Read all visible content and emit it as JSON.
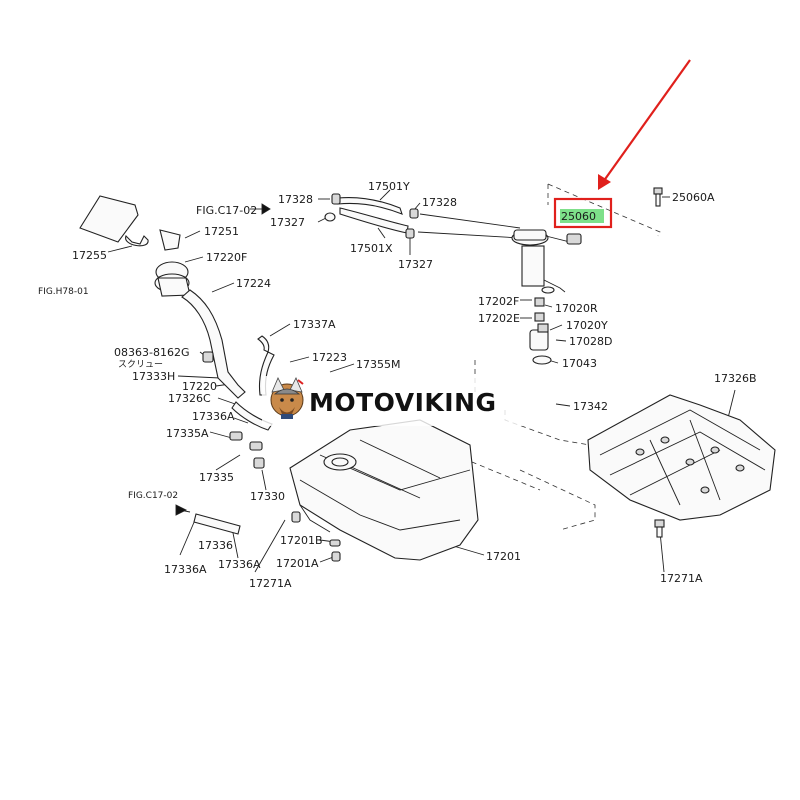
{
  "watermark": {
    "brand": "MOTOVIKING"
  },
  "highlighted_part": "25060",
  "colors": {
    "highlight": "#7ee08a",
    "callout": "#e0201c"
  },
  "labels": [
    {
      "id": "l17328a",
      "text": "17328"
    },
    {
      "id": "l17501y",
      "text": "17501Y"
    },
    {
      "id": "l17328b",
      "text": "17328"
    },
    {
      "id": "l17327a",
      "text": "17327"
    },
    {
      "id": "l17501x",
      "text": "17501X"
    },
    {
      "id": "l17327b",
      "text": "17327"
    },
    {
      "id": "l25060a",
      "text": "25060A"
    },
    {
      "id": "l25060",
      "text": "25060"
    },
    {
      "id": "lfigc17a",
      "text": "FIG.C17-02"
    },
    {
      "id": "l17251",
      "text": "17251"
    },
    {
      "id": "l17255",
      "text": "17255"
    },
    {
      "id": "l17220f",
      "text": "17220F"
    },
    {
      "id": "lfigh78",
      "text": "FIG.H78-01"
    },
    {
      "id": "l17224",
      "text": "17224"
    },
    {
      "id": "l17337a",
      "text": "17337A"
    },
    {
      "id": "l08363",
      "text": "08363-8162G"
    },
    {
      "id": "lscrew",
      "text": "スクリュー"
    },
    {
      "id": "l17223",
      "text": "17223"
    },
    {
      "id": "l17333h",
      "text": "17333H"
    },
    {
      "id": "l17355m",
      "text": "17355M"
    },
    {
      "id": "l17220",
      "text": "17220"
    },
    {
      "id": "l17326c",
      "text": "17326C"
    },
    {
      "id": "l17336a1",
      "text": "17336A"
    },
    {
      "id": "l17335a",
      "text": "17335A"
    },
    {
      "id": "l17335",
      "text": "17335"
    },
    {
      "id": "l17330",
      "text": "17330"
    },
    {
      "id": "lfigc17b",
      "text": "FIG.C17-02"
    },
    {
      "id": "l17336",
      "text": "17336"
    },
    {
      "id": "l17336a2",
      "text": "17336A"
    },
    {
      "id": "l17336a3",
      "text": "17336A"
    },
    {
      "id": "l17271a1",
      "text": "17271A"
    },
    {
      "id": "l17201b",
      "text": "17201B"
    },
    {
      "id": "l17201a",
      "text": "17201A"
    },
    {
      "id": "l17201",
      "text": "17201"
    },
    {
      "id": "l17202f",
      "text": "17202F"
    },
    {
      "id": "l17020r",
      "text": "17020R"
    },
    {
      "id": "l17202e",
      "text": "17202E"
    },
    {
      "id": "l17020y",
      "text": "17020Y"
    },
    {
      "id": "l17028d",
      "text": "17028D"
    },
    {
      "id": "l17043",
      "text": "17043"
    },
    {
      "id": "l17342",
      "text": "17342"
    },
    {
      "id": "l17326b",
      "text": "17326B"
    },
    {
      "id": "l17271a2",
      "text": "17271A"
    }
  ]
}
